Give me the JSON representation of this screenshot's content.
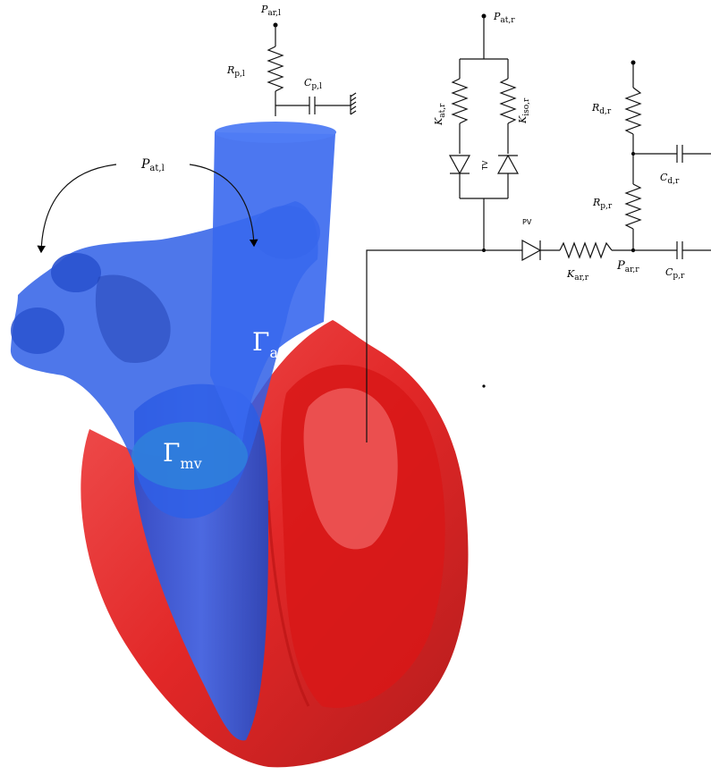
{
  "circuit": {
    "left": {
      "pressure_arterial": "P",
      "pressure_arterial_sub": "ar,l",
      "resistance": "R",
      "resistance_sub": "p,l",
      "capacitance": "C",
      "capacitance_sub": "p,l"
    },
    "right": {
      "pressure_atrial": "P",
      "pressure_atrial_sub": "at,r",
      "k_atrial": "K",
      "k_atrial_sub": "at,r",
      "k_iso": "K",
      "k_iso_sub": "iso,r",
      "tv_label": "TV",
      "pv_label": "PV",
      "k_arterial": "K",
      "k_arterial_sub": "ar,r",
      "pressure_arterial": "P",
      "pressure_arterial_sub": "ar,r",
      "r_distal": "R",
      "r_distal_sub": "d,r",
      "c_distal": "C",
      "c_distal_sub": "d,r",
      "r_proximal": "R",
      "r_proximal_sub": "p,r",
      "c_proximal": "C",
      "c_proximal_sub": "p,r"
    }
  },
  "heart": {
    "atrial_pressure": "P",
    "atrial_pressure_sub": "at,l",
    "gamma_ao": "Γ",
    "gamma_ao_sub": "ao",
    "gamma_mv": "Γ",
    "gamma_mv_sub": "mv"
  },
  "colors": {
    "left_heart": "#2f5fe6",
    "right_heart": "#e01c1c",
    "valve": "#2f86d9"
  }
}
